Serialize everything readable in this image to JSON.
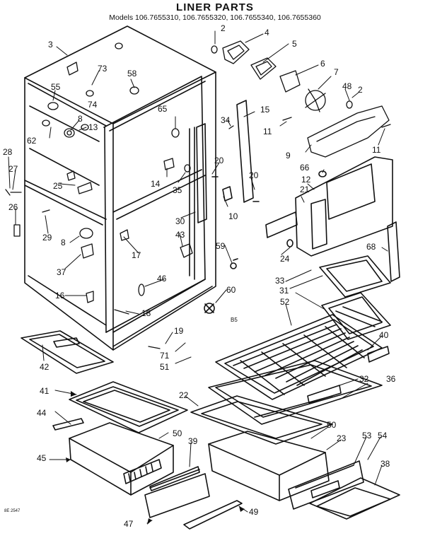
{
  "header": {
    "title": "LINER PARTS",
    "models": "Models 106.7655310, 106.7655320,  106.7655340, 106.7655360"
  },
  "callouts": [
    "2",
    "4",
    "3",
    "5",
    "6",
    "7",
    "48",
    "2",
    "73",
    "58",
    "55",
    "74",
    "15",
    "65",
    "8",
    "13",
    "34",
    "11",
    "11",
    "62",
    "9",
    "28",
    "66",
    "20",
    "20",
    "27",
    "12",
    "14",
    "21",
    "35",
    "25",
    "26",
    "10",
    "29",
    "30",
    "43",
    "8",
    "17",
    "68",
    "59",
    "37",
    "24",
    "33",
    "46",
    "31",
    "60",
    "16",
    "18",
    "52",
    "40",
    "19",
    "71",
    "51",
    "42",
    "22",
    "32",
    "36",
    "41",
    "44",
    "50",
    "50",
    "23",
    "53",
    "54",
    "39",
    "45",
    "38",
    "47",
    "49"
  ],
  "marks": {
    "center_mark": "B5",
    "drawing_number": "8E 2547"
  }
}
